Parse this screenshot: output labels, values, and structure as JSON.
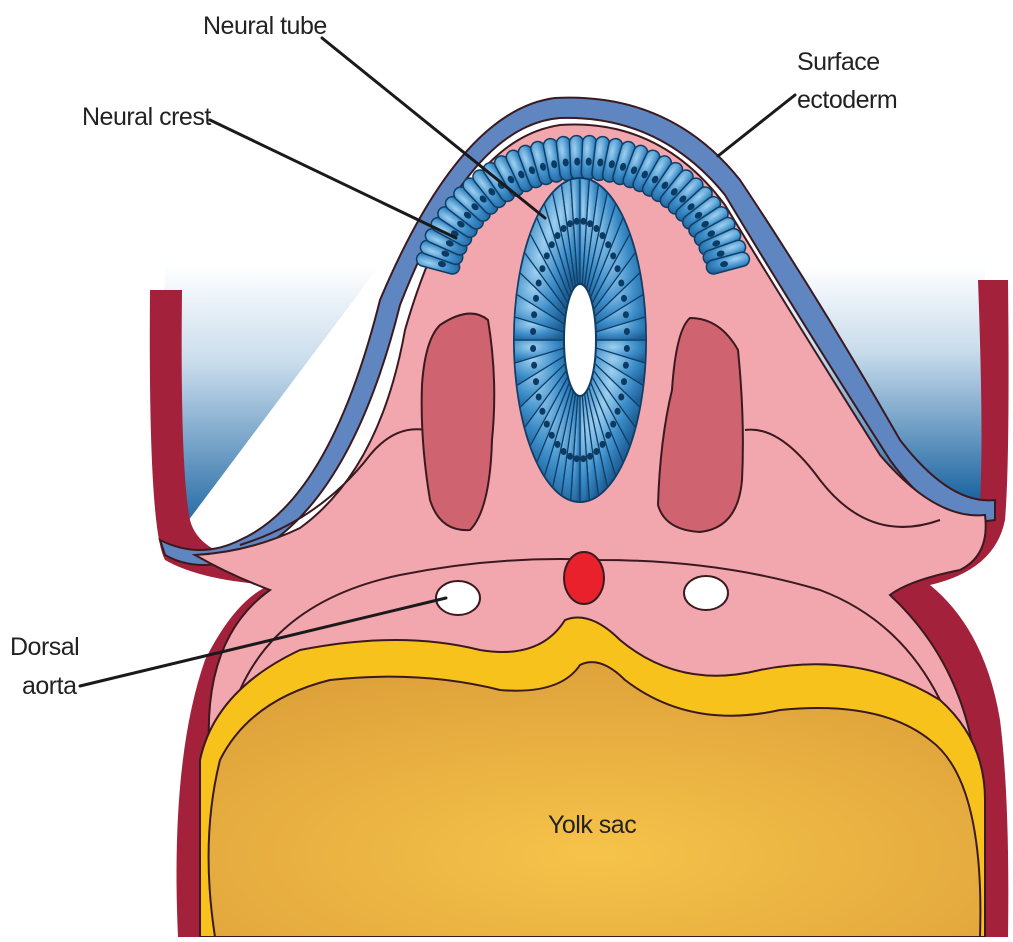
{
  "diagram": {
    "labels": {
      "neural_tube": "Neural tube",
      "neural_crest": "Neural crest",
      "surface_ectoderm_line1": "Surface",
      "surface_ectoderm_line2": "ectoderm",
      "dorsal_aorta_line1": "Dorsal",
      "dorsal_aorta_line2": "aorta",
      "yolk_sac": "Yolk sac"
    },
    "colors": {
      "tissue_pink": "#f2a6ad",
      "body_wall_red": "#a3213a",
      "ectoderm_blue": "#5f86c0",
      "neural_blue": "#2f78b4",
      "somite_red": "#cf6470",
      "notochord_red": "#e8212c",
      "yolk_yellow": "#f7c21b",
      "yolk_orange": "#e3a63a",
      "amniotic_blue": "#1f64a3"
    }
  }
}
